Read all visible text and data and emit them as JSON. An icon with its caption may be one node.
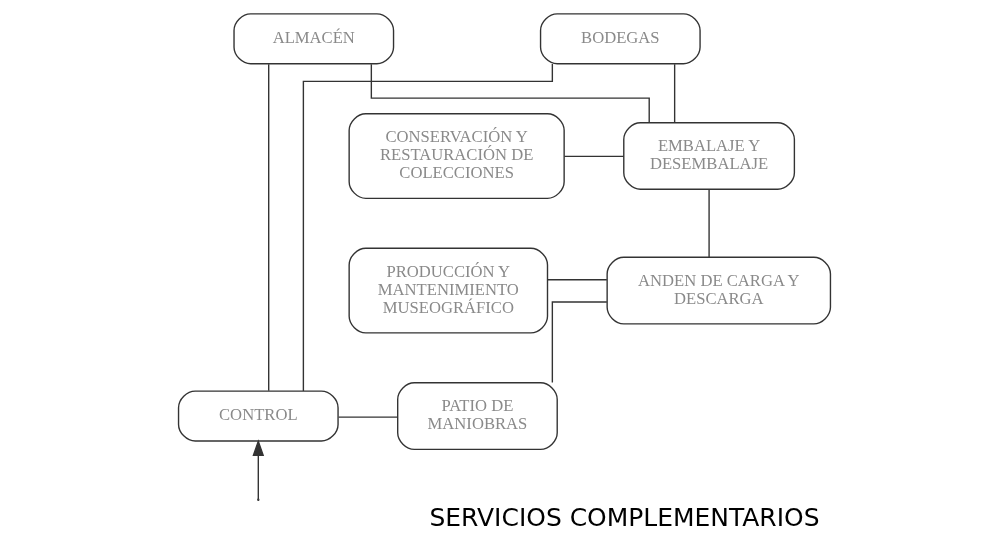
{
  "diagram": {
    "title": "SERVICIOS COMPLEMENTARIOS",
    "nodes": [
      {
        "text": [
          "ALMACÉN"
        ]
      },
      {
        "text": [
          "BODEGAS"
        ]
      },
      {
        "text": [
          "CONSERVACIÓN Y RESTAURACIÓN DE COLECCIONES"
        ]
      },
      {
        "text": [
          "EMBALAJE Y DESEMBALAJE"
        ]
      },
      {
        "text": [
          "PRODUCCIÓN Y MANTENIMIENTO MUSEOGRÁFICO"
        ]
      },
      {
        "text": [
          "ANDEN DE CARGA Y DESCARGA"
        ]
      },
      {
        "text": [
          "CONTROL"
        ]
      },
      {
        "text": [
          "PATIO DE MANIOBRAS"
        ]
      }
    ],
    "edges": [
      {
        "from": 0,
        "to": 3,
        "arrow": "none"
      },
      {
        "from": 1,
        "to": 3,
        "arrow": "none"
      },
      {
        "from": 0,
        "to": 6,
        "arrow": "none"
      },
      {
        "from": 1,
        "to": 6,
        "arrow": "none"
      },
      {
        "from": 2,
        "to": 3,
        "arrow": "none"
      },
      {
        "from": 4,
        "to": 5,
        "arrow": "none"
      },
      {
        "from": 3,
        "to": 5,
        "arrow": "none"
      },
      {
        "from": 5,
        "to": 7,
        "arrow": "none"
      },
      {
        "from": 6,
        "to": 7,
        "arrow": "none"
      },
      {
        "from": null,
        "to": 6,
        "arrow": "to"
      }
    ]
  }
}
